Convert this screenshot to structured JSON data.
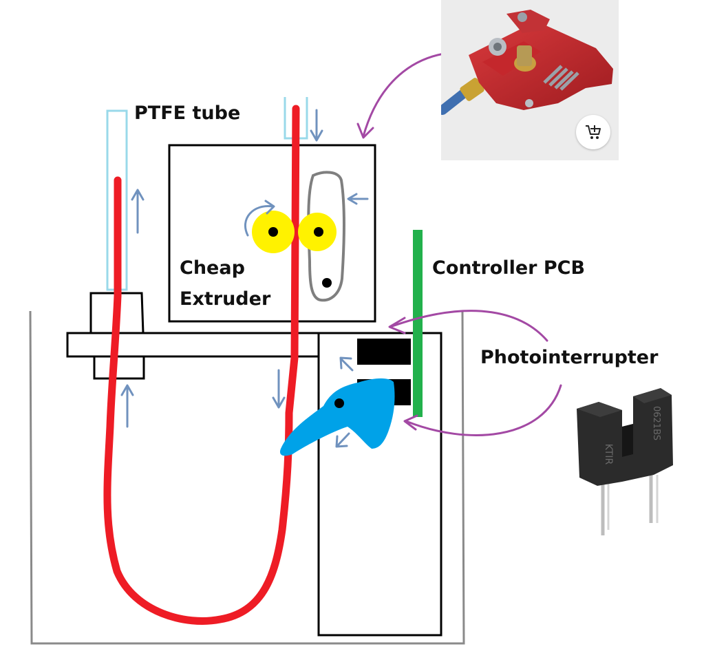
{
  "labels": {
    "ptfe_tube": "PTFE tube",
    "cheap": "Cheap",
    "extruder": "Extruder",
    "controller_pcb": "Controller PCB",
    "photointerrupter": "Photointerrupter"
  },
  "sensor_marking": {
    "brand": "KTIR",
    "code": "0621BS"
  },
  "colors": {
    "filament": "#ee1c25",
    "ptfe": "#99d9ea",
    "lever": "#00a2e8",
    "pcb": "#22b14c",
    "gears": "#fff200",
    "pointer_arrows": "#a349a4",
    "motion_arrows": "#7092be",
    "idler": "#7f7f7f",
    "extruder_body": "#c0282c"
  },
  "icons": {
    "cart": "add-to-cart-icon"
  }
}
